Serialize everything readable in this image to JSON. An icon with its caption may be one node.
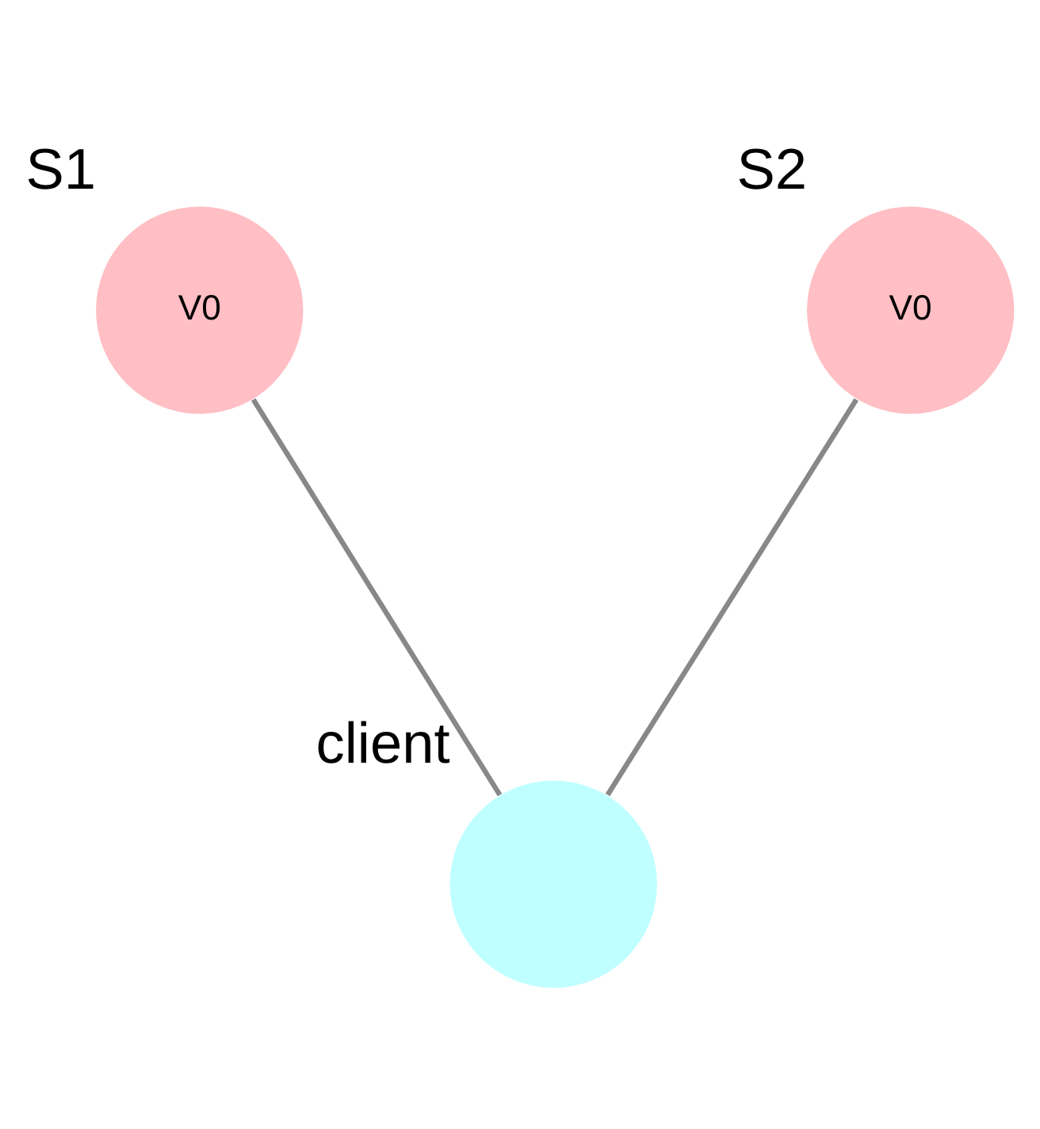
{
  "diagram": {
    "nodes": [
      {
        "text": [
          "S1",
          "V0"
        ]
      },
      {
        "text": [
          "S2",
          "V0"
        ]
      },
      {
        "text": [
          "client"
        ]
      }
    ],
    "edges": [
      {
        "from": 0,
        "to": 2,
        "arrow": "none"
      },
      {
        "from": 1,
        "to": 2,
        "arrow": "none"
      }
    ]
  }
}
